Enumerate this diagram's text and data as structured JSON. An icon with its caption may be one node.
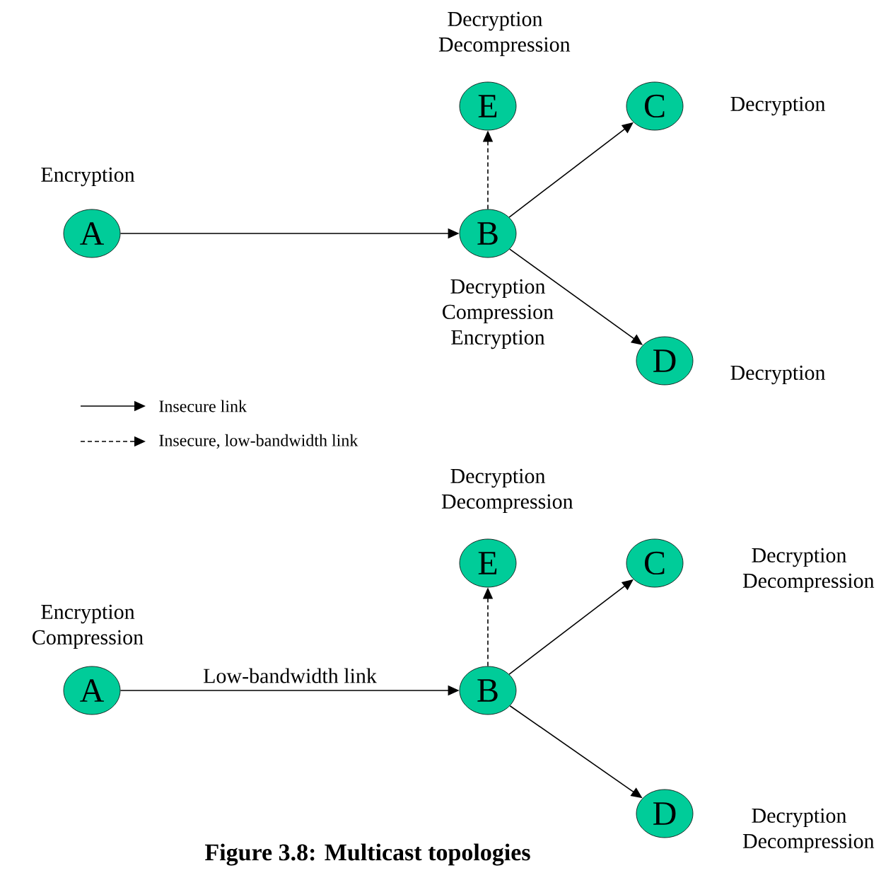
{
  "diagram": {
    "caption": "Figure 3.8: Multicast topologies",
    "nodes": [
      {
        "text": [
          "A"
        ],
        "beside": [
          "Encryption"
        ]
      },
      {
        "text": [
          "B"
        ],
        "beside": [
          "Decryption Compression Encryption"
        ]
      },
      {
        "text": [
          "E"
        ],
        "beside": [
          "Decryption Decompression"
        ]
      },
      {
        "text": [
          "C"
        ],
        "beside": [
          "Decryption"
        ]
      },
      {
        "text": [
          "D"
        ],
        "beside": [
          "Decryption"
        ]
      },
      {
        "text": [
          "A"
        ],
        "beside": [
          "Encryption Compression"
        ]
      },
      {
        "text": [
          "B"
        ]
      },
      {
        "text": [
          "E"
        ],
        "beside": [
          "Decryption Decompression"
        ]
      },
      {
        "text": [
          "C"
        ],
        "beside": [
          "Decryption Decompression"
        ]
      },
      {
        "text": [
          "D"
        ],
        "beside": [
          "Decryption Decompression"
        ]
      }
    ],
    "edges": [
      {
        "from": 0,
        "to": 1,
        "arrow": "to"
      },
      {
        "from": 1,
        "to": 2,
        "arrow": "to",
        "style": "dashed"
      },
      {
        "from": 1,
        "to": 3,
        "arrow": "to"
      },
      {
        "from": 1,
        "to": 4,
        "arrow": "to"
      },
      {
        "from": 5,
        "to": 6,
        "arrow": "to",
        "label": "Low-bandwidth link"
      },
      {
        "from": 6,
        "to": 7,
        "arrow": "to",
        "style": "dashed"
      },
      {
        "from": 6,
        "to": 8,
        "arrow": "to"
      },
      {
        "from": 6,
        "to": 9,
        "arrow": "to"
      }
    ],
    "legend": [
      {
        "text": "Insecure link"
      },
      {
        "text": "Insecure, low-bandwidth link"
      }
    ]
  }
}
